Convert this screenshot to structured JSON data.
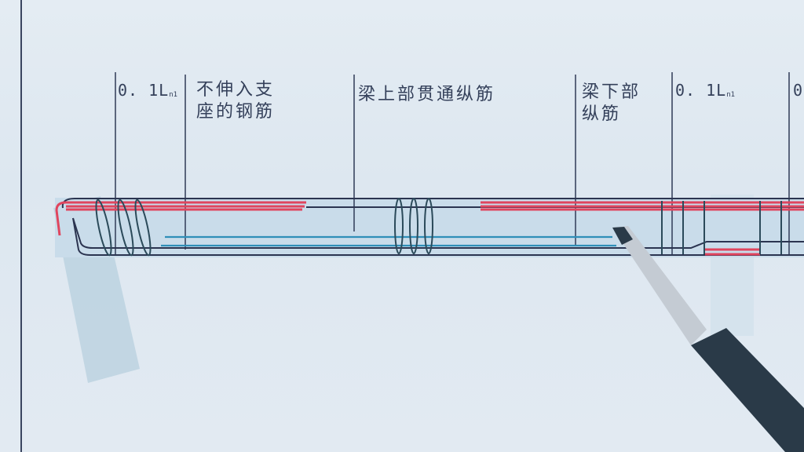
{
  "labels": {
    "left_length": {
      "main": "0. 1L",
      "sub": "n1"
    },
    "not_into_support": "不伸入支\n座的钢筋",
    "top_through_bars": "梁上部贯通纵筋",
    "bottom_bars": "梁下部\n纵筋",
    "right_length": {
      "main": "0. 1L",
      "sub": "n1"
    },
    "far_right_partial": "0"
  },
  "colors": {
    "paper": "#e2eaf2",
    "beam_fill": "#c9dcea",
    "top_bar_red": "#e0455e",
    "bottom_bar_blue": "#2f8fb8",
    "outline": "#2b3450",
    "pencil_body": "#2a3a48",
    "pencil_wood": "#c4cbd3"
  },
  "icons": {
    "pointer": "pencil-icon"
  }
}
